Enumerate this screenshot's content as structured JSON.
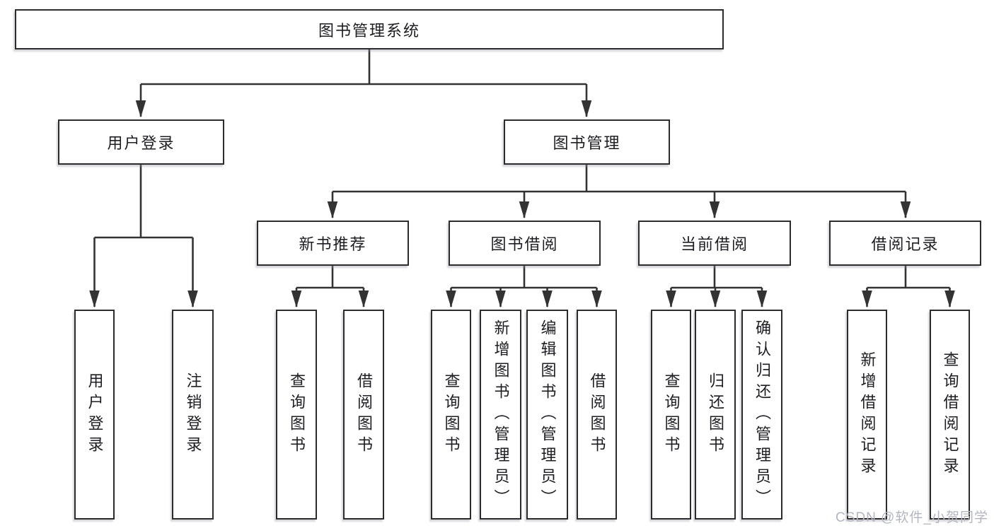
{
  "tree": {
    "label": "图书管理系统",
    "children": [
      {
        "label": "用户登录",
        "children": [
          {
            "label": "用户登录"
          },
          {
            "label": "注销登录"
          }
        ]
      },
      {
        "label": "图书管理",
        "children": [
          {
            "label": "新书推荐",
            "children": [
              {
                "label": "查询图书"
              },
              {
                "label": "借阅图书"
              }
            ]
          },
          {
            "label": "图书借阅",
            "children": [
              {
                "label": "查询图书"
              },
              {
                "label": "新增图书（管理员）"
              },
              {
                "label": "编辑图书（管理员）"
              },
              {
                "label": "借阅图书"
              }
            ]
          },
          {
            "label": "当前借阅",
            "children": [
              {
                "label": "查询图书"
              },
              {
                "label": "归还图书"
              },
              {
                "label": "确认归还（管理员）"
              }
            ]
          },
          {
            "label": "借阅记录",
            "children": [
              {
                "label": "新增借阅记录"
              },
              {
                "label": "查询借阅记录"
              }
            ]
          }
        ]
      }
    ]
  },
  "colors": {
    "line": "#333333",
    "box_border": "#2c2c2c",
    "text": "#1d1d22",
    "watermark": "#b3b6bf"
  },
  "watermark": "CSDN @软件_小贺同学"
}
